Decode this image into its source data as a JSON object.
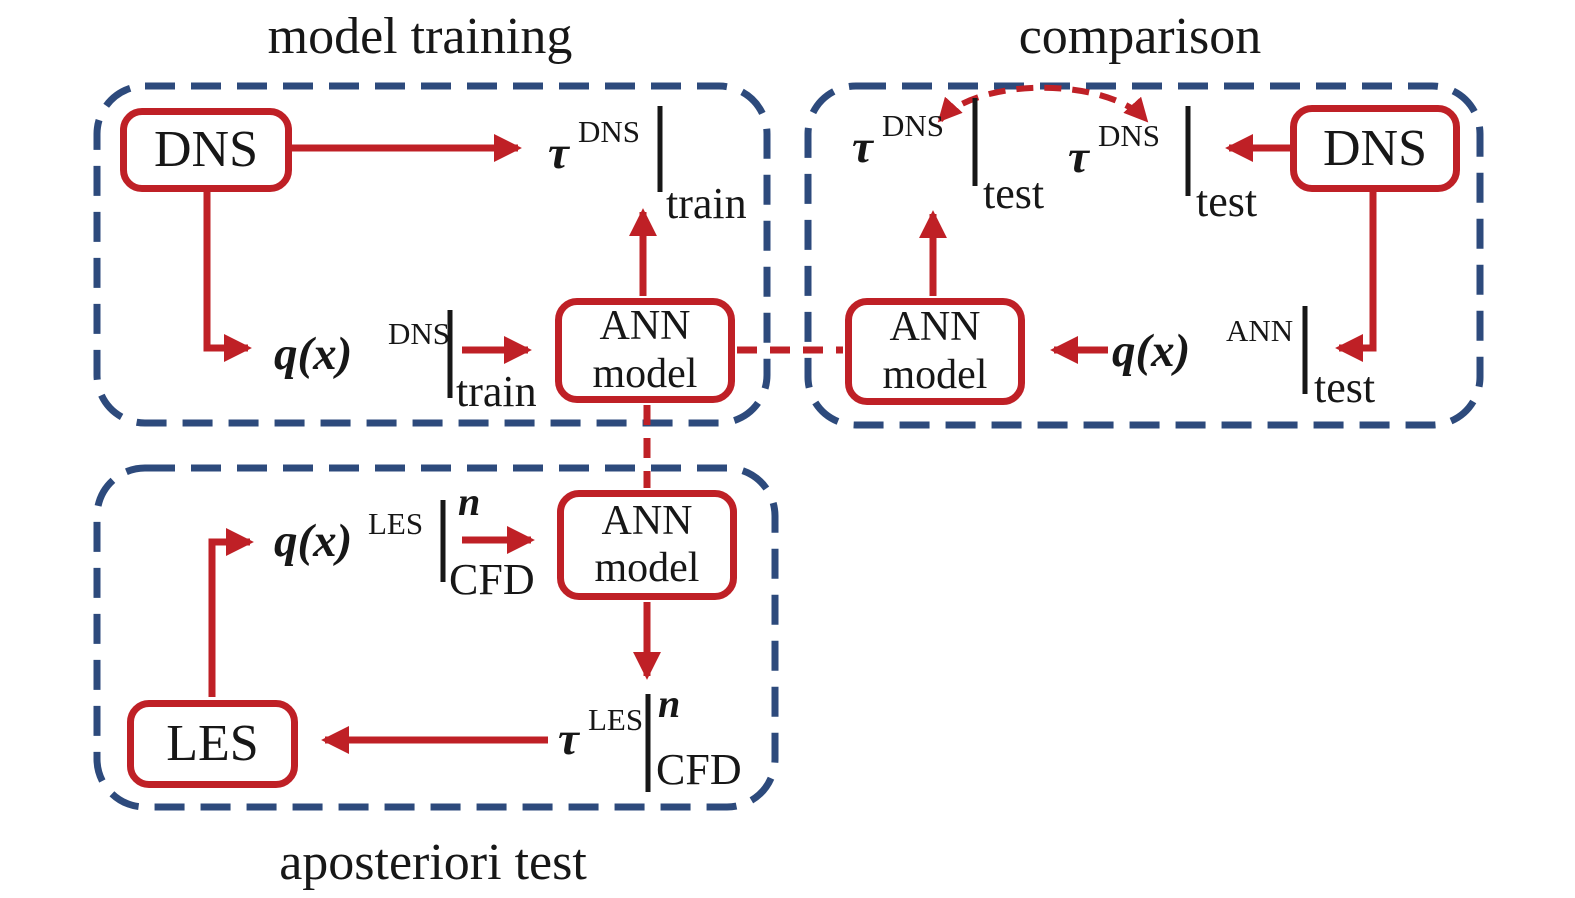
{
  "titles": {
    "training": "model training",
    "comparison": "comparison",
    "aposteriori": "aposteriori test"
  },
  "boxes": {
    "dns_training": "DNS",
    "dns_comparison": "DNS",
    "les": "LES",
    "ann_training": {
      "line1": "ANN",
      "line2": "model"
    },
    "ann_comparison": {
      "line1": "ANN",
      "line2": "model"
    },
    "ann_aposteriori": {
      "line1": "ANN",
      "line2": "model"
    }
  },
  "math": {
    "tau_dns_train": {
      "base": "τ",
      "sup": "DNS",
      "sub": "train"
    },
    "q_dns_train": {
      "base": "q(x)",
      "sup": "DNS",
      "sub": "train"
    },
    "tau_dns_test_left": {
      "base": "τ",
      "sup": "DNS",
      "sub": "test"
    },
    "tau_dns_test_right": {
      "base": "τ",
      "sup": "DNS",
      "sub": "test"
    },
    "q_ann_test": {
      "base": "q(x)",
      "sup": "ANN",
      "sub": "test"
    },
    "q_les_cfd": {
      "base": "q(x)",
      "sup": "LES",
      "sup_n": "n",
      "sub": "CFD"
    },
    "tau_les_cfd": {
      "base": "τ",
      "sup": "LES",
      "sup_n": "n",
      "sub": "CFD"
    }
  },
  "colors": {
    "diagram_red": "#bf2026",
    "container_dashed_blue": "#2d4a7c",
    "text_black": "#171717"
  }
}
